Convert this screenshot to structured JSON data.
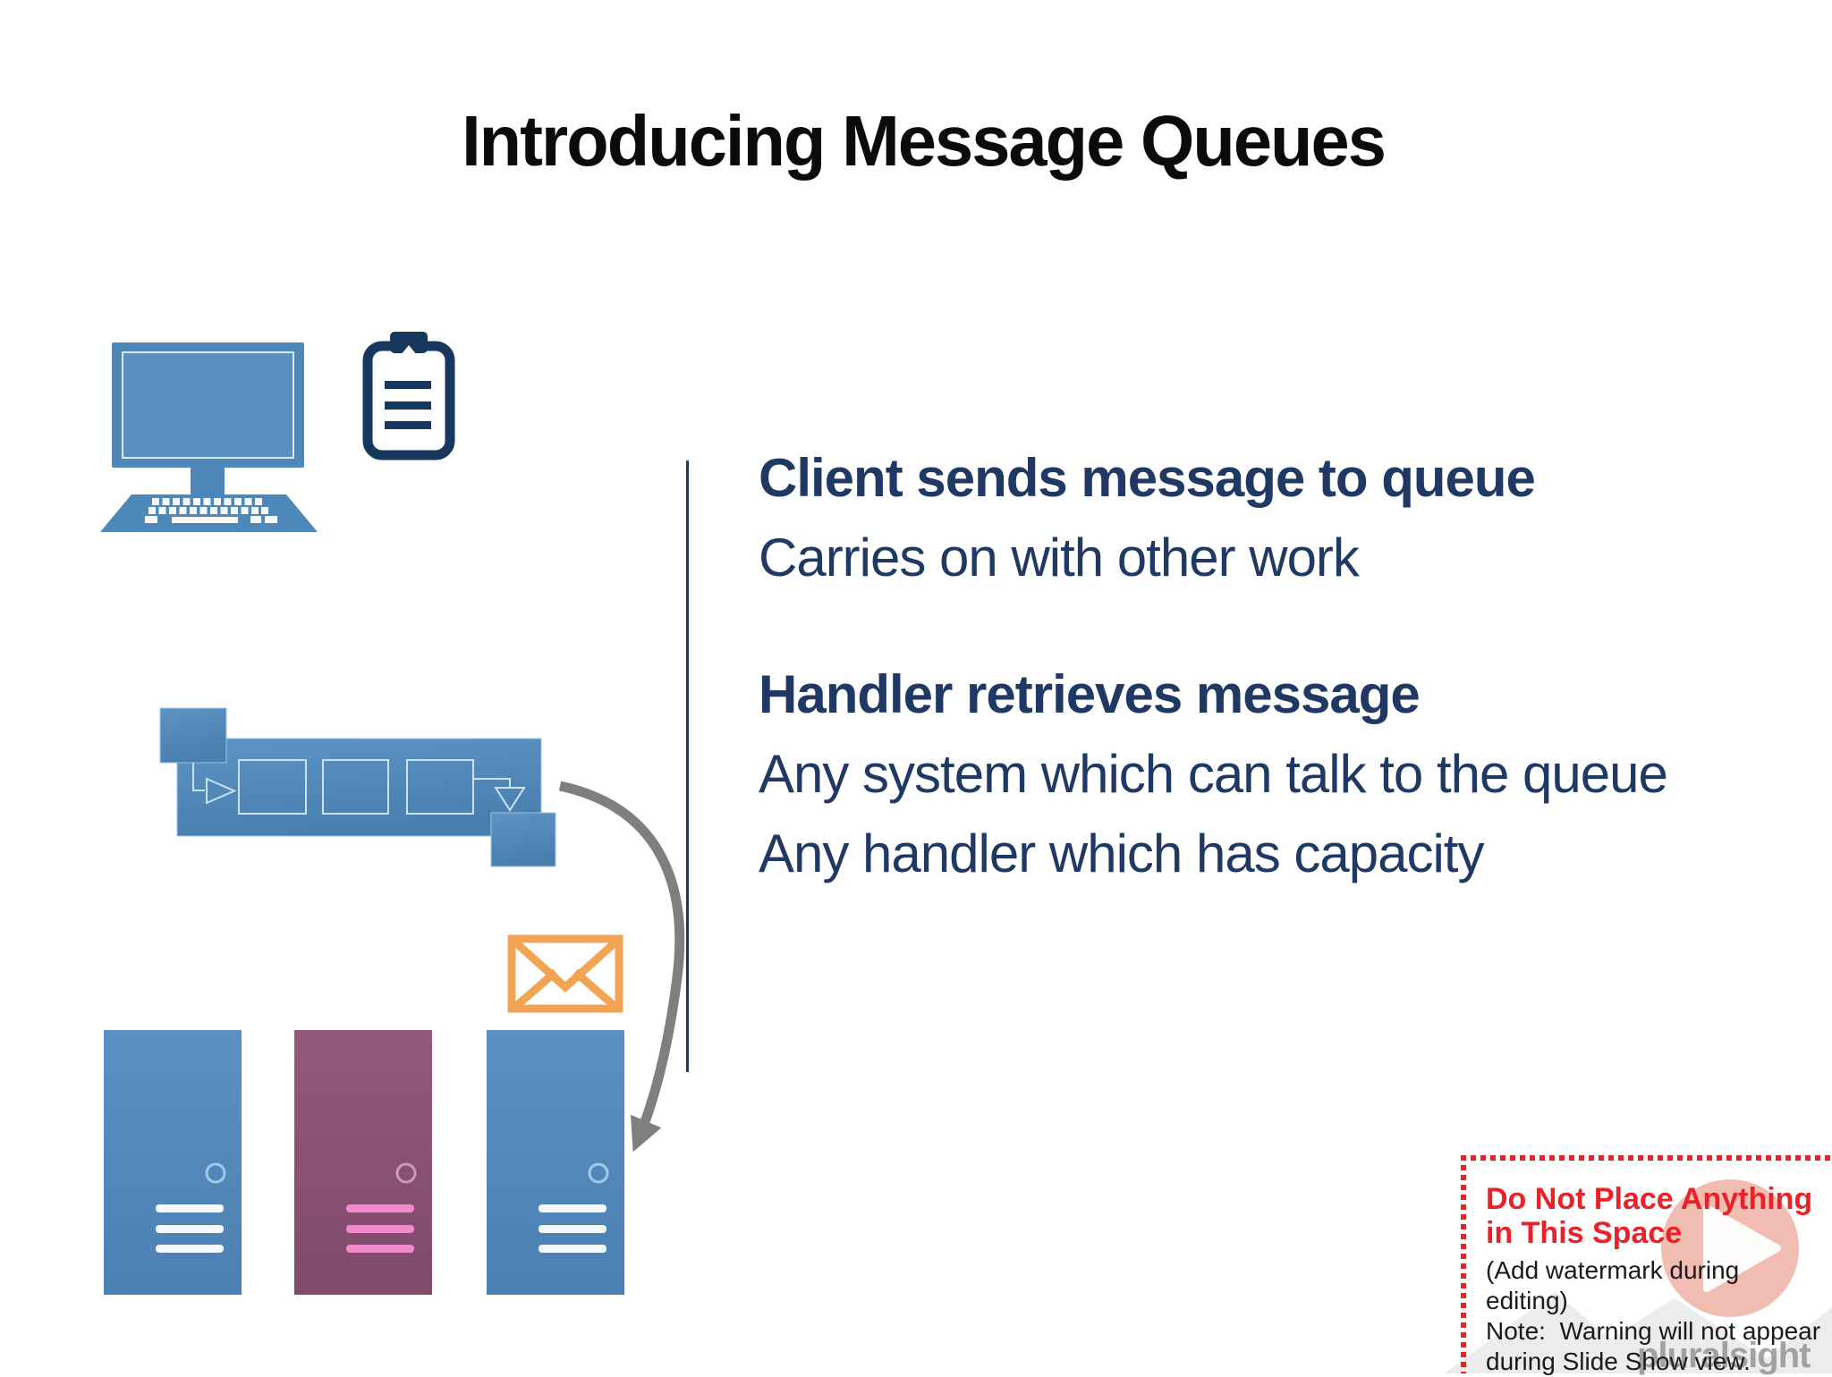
{
  "slide": {
    "title": "Introducing Message Queues",
    "bullets": [
      {
        "heading": "Client sends message to queue",
        "lines": [
          "Carries on with other work"
        ]
      },
      {
        "heading": "Handler retrieves message",
        "lines": [
          "Any system which can talk to the queue",
          "Any handler which has capacity"
        ]
      }
    ]
  },
  "diagram": {
    "icons": [
      "client-computer-icon",
      "clipboard-task-icon",
      "message-queue-icon",
      "envelope-message-icon",
      "server-tower-blue-icon",
      "server-tower-plum-icon",
      "server-tower-blue-icon",
      "curved-arrow-icon"
    ]
  },
  "notice": {
    "heading_line1": "Do Not Place Anything",
    "heading_line2": "in This Space",
    "body_line1": "(Add watermark during",
    "body_line2": "editing)",
    "body_line3": "Note:  Warning will not appear",
    "body_line4": "during Slide Show view."
  },
  "brand": {
    "watermark_text": "pluralsight"
  },
  "colors": {
    "title_text": "#0b0b0b",
    "body_text_navy": "#1f3864",
    "divider_navy": "#1f3864",
    "diagram_blue": "#4e87ba",
    "clipboard_navy": "#17375f",
    "envelope_orange": "#f2a455",
    "server_plum": "#8a5173",
    "server_pink_lines": "#f189cd",
    "arrow_gray": "#7f7f7f",
    "notice_red": "#ec2027",
    "watermark_salmon": "#e06a52",
    "watermark_gray": "#8f8f8f"
  }
}
